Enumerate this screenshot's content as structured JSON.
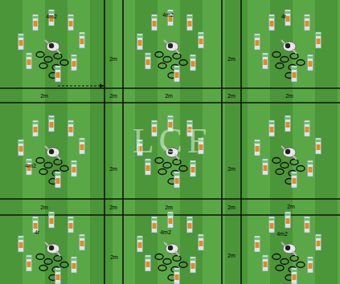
{
  "diagram": {
    "labels": [
      "4m2",
      "4m2",
      "4r",
      "4m2",
      "4r",
      "4m2",
      "4m2",
      "2m",
      "2m",
      "2m",
      "2m",
      "2m",
      "2m",
      "2m",
      "2m",
      "2m",
      "2m",
      "2m",
      "2m",
      "2m",
      "2m",
      "2m",
      "2m",
      "LCF"
    ]
  }
}
